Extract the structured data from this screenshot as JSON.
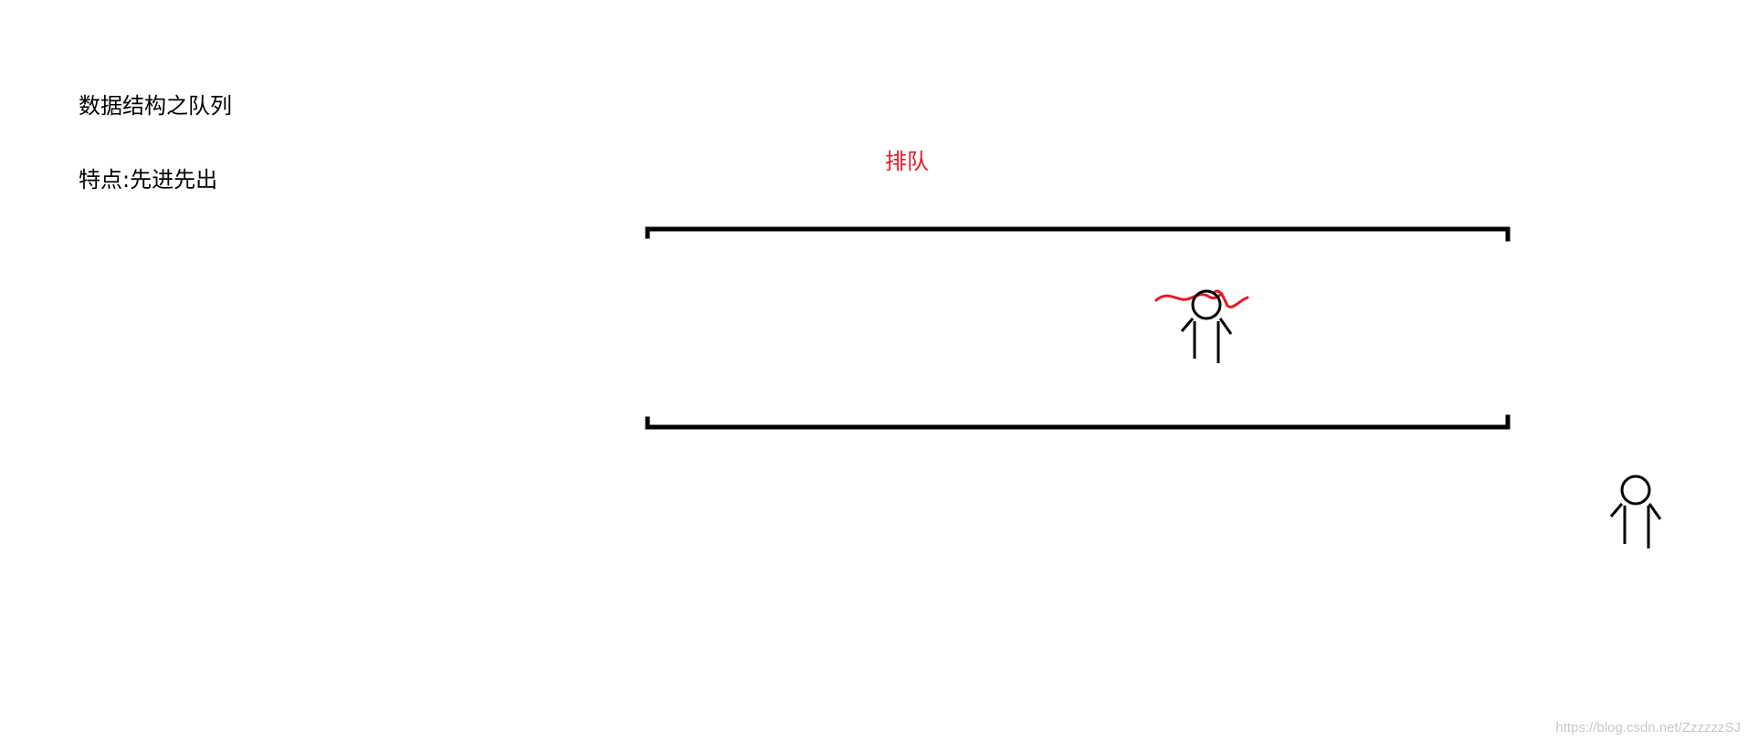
{
  "title": "数据结构之队列",
  "feature": "特点:先进先出",
  "queue_label": "排队",
  "watermark": "https://blog.csdn.net/ZzzzzzSJ",
  "colors": {
    "ink": "#000000",
    "accent": "#e5192a",
    "watermark": "#c8c8c8"
  }
}
